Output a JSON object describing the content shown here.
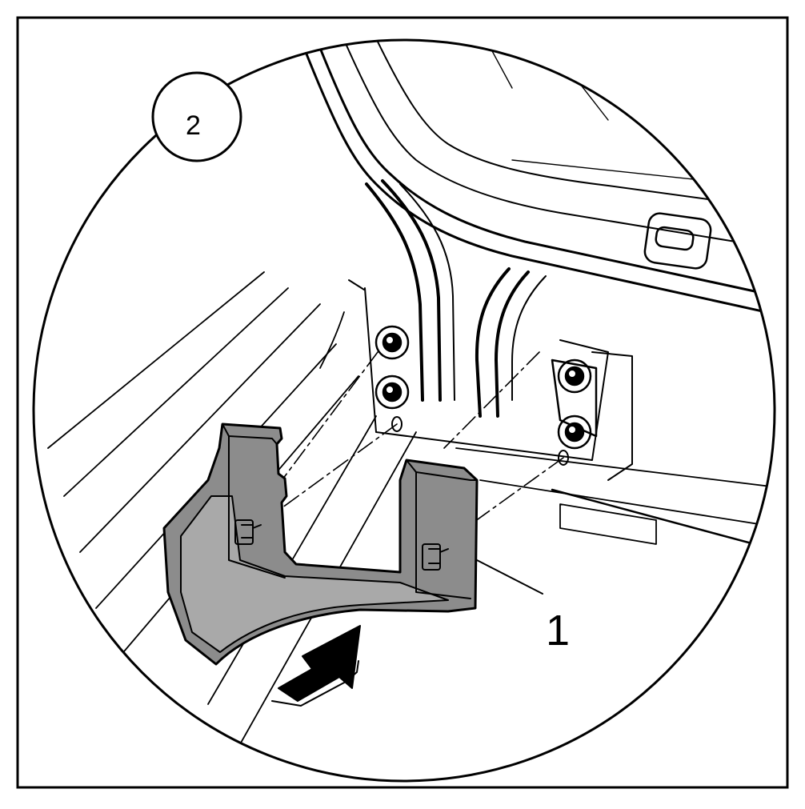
{
  "figure": {
    "step_number": "2",
    "callouts": [
      {
        "label": "1",
        "part": "trim-cover"
      }
    ],
    "colors": {
      "line": "#000000",
      "part_fill": "#8c8c8c",
      "part_shade": "#a9a9a9",
      "background": "#ffffff"
    },
    "icons": [
      "install-arrow-icon",
      "clip-icon",
      "bolt-icon"
    ]
  }
}
